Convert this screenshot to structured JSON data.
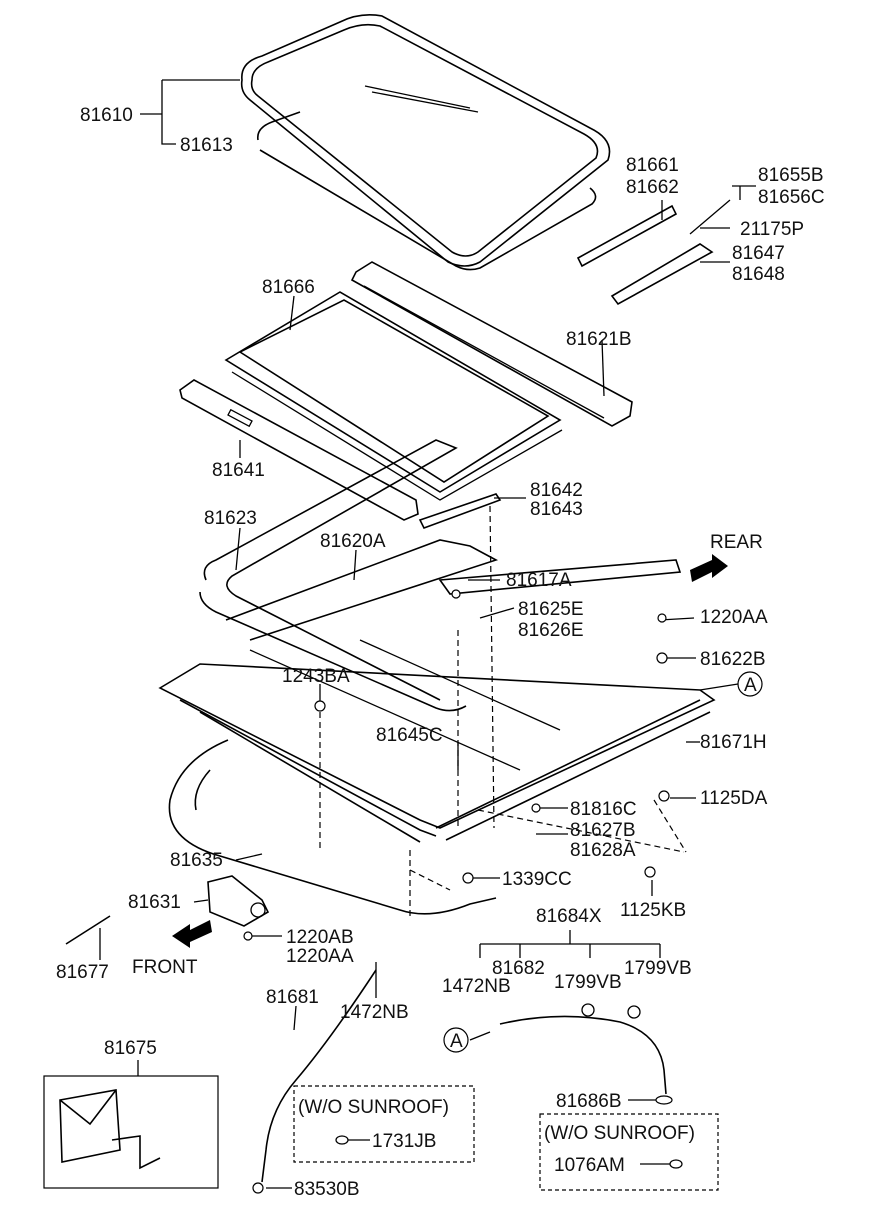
{
  "labels": {
    "p81610": "81610",
    "p81613": "81613",
    "p81661": "81661",
    "p81662": "81662",
    "p81655B": "81655B",
    "p81656C": "81656C",
    "p21175P": "21175P",
    "p81647": "81647",
    "p81648": "81648",
    "p81666": "81666",
    "p81621B": "81621B",
    "p81641": "81641",
    "p81642": "81642",
    "p81643": "81643",
    "p81623": "81623",
    "p81620A": "81620A",
    "rear": "REAR",
    "p81617A": "81617A",
    "p81625E": "81625E",
    "p81626E": "81626E",
    "p1220AA_top": "1220AA",
    "p81622B": "81622B",
    "p1243BA": "1243BA",
    "callout_a1": "A",
    "p81645C": "81645C",
    "p81671H": "81671H",
    "p1125DA": "1125DA",
    "p81816C": "81816C",
    "p81627B": "81627B",
    "p81628A": "81628A",
    "p81635": "81635",
    "p1339CC": "1339CC",
    "p81631": "81631",
    "p1125KB": "1125KB",
    "p81684X": "81684X",
    "p1220AB": "1220AB",
    "p1220AA_bot": "1220AA",
    "front": "FRONT",
    "p81682": "81682",
    "p1799VB_1": "1799VB",
    "p1799VB_2": "1799VB",
    "p81677": "81677",
    "p1472NB_1": "1472NB",
    "p1472NB_2": "1472NB",
    "p81681": "81681",
    "callout_a2": "A",
    "p81675": "81675",
    "p81686B": "81686B",
    "wo_sunroof_1": "(W/O SUNROOF)",
    "p1731JB": "1731JB",
    "wo_sunroof_2": "(W/O SUNROOF)",
    "p1076AM": "1076AM",
    "p83530B": "83530B"
  }
}
